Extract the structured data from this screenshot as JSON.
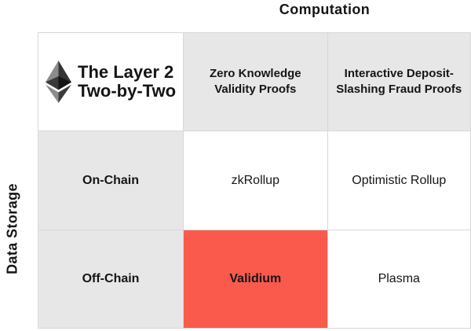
{
  "colors": {
    "background": "#FFFFFF",
    "header_bg": "#E7E7E7",
    "highlight_bg": "#FA5A4B",
    "border": "#D8D8D8",
    "text": "#151515"
  },
  "axes": {
    "top_label": "Computation",
    "left_label": "Data Storage"
  },
  "legend": {
    "logo_icon": "ethereum-logo",
    "title_lines": [
      "The Layer 2",
      "Two-by-Two"
    ]
  },
  "matrix": {
    "column_headers": [
      "Zero Knowledge Validity Proofs",
      "Interactive Deposit-Slashing Fraud Proofs"
    ],
    "row_headers": [
      "On-Chain",
      "Off-Chain"
    ],
    "cells": [
      [
        "zkRollup",
        "Optimistic Rollup"
      ],
      [
        "Validium",
        "Plasma"
      ]
    ],
    "highlighted_cell": "Validium"
  }
}
